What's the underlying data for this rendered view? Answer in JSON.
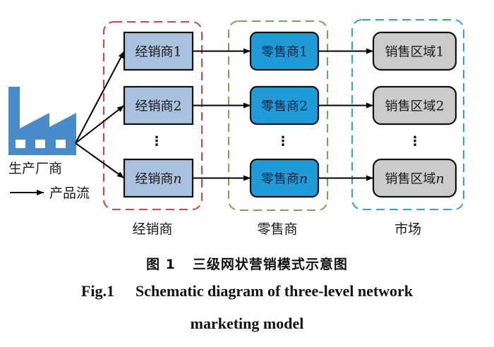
{
  "colors": {
    "distributor_fill": "#a9c0de",
    "retailer_fill": "#1f9bd7",
    "market_fill": "#cbcbcb",
    "retailer_text": "#0e2240",
    "factory_blue": "#4a8cc9",
    "distributor_group_border": "#d9404a",
    "retailer_group_border": "#7ea15a",
    "market_group_border": "#2fa3cf",
    "arrow": "#000000"
  },
  "manufacturer": {
    "icon": "factory-icon",
    "label": "生产厂商"
  },
  "legend": {
    "icon": "arrow-right-icon",
    "label": "产品流"
  },
  "groups": [
    {
      "id": "distributors",
      "label": "经销商",
      "nodes": [
        {
          "text": "经销商",
          "suffix": "1",
          "italic": false
        },
        {
          "text": "经销商",
          "suffix": "2",
          "italic": false
        },
        {
          "text": "经销商",
          "suffix": "n",
          "italic": true
        }
      ],
      "ellipsis": "⋮"
    },
    {
      "id": "retailers",
      "label": "零售商",
      "nodes": [
        {
          "text": "零售商",
          "suffix": "1",
          "italic": false
        },
        {
          "text": "零售商",
          "suffix": "2",
          "italic": false
        },
        {
          "text": "零售商",
          "suffix": "n",
          "italic": true
        }
      ],
      "ellipsis": "⋮"
    },
    {
      "id": "markets",
      "label": "市场",
      "nodes": [
        {
          "text": "销售区域",
          "suffix": "1",
          "italic": false
        },
        {
          "text": "销售区域",
          "suffix": "2",
          "italic": false
        },
        {
          "text": "销售区域",
          "suffix": "n",
          "italic": true
        }
      ],
      "ellipsis": "⋮"
    }
  ],
  "edges": [
    {
      "from": "manufacturer",
      "to": "distributors.0"
    },
    {
      "from": "manufacturer",
      "to": "distributors.1"
    },
    {
      "from": "manufacturer",
      "to": "distributors.2"
    },
    {
      "from": "distributors.0",
      "to": "retailers.0"
    },
    {
      "from": "distributors.1",
      "to": "retailers.1"
    },
    {
      "from": "distributors.2",
      "to": "retailers.2"
    },
    {
      "from": "retailers.0",
      "to": "markets.0"
    },
    {
      "from": "retailers.1",
      "to": "markets.1"
    },
    {
      "from": "retailers.2",
      "to": "markets.2"
    }
  ],
  "caption": {
    "cn_fig_no": "图 1",
    "cn_title": "三级网状营销模式示意图",
    "en_fig_no": "Fig.1",
    "en_title_line1": "Schematic diagram of three-level network",
    "en_title_line2": "marketing model"
  }
}
